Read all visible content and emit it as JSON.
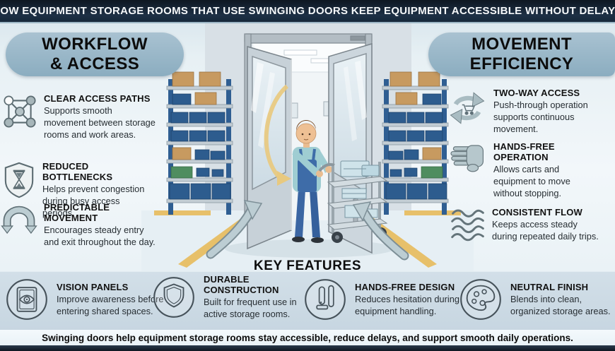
{
  "banner": {
    "title": "HOW EQUIPMENT STORAGE ROOMS THAT USE SWINGING DOORS KEEP EQUIPMENT ACCESSIBLE WITHOUT DELAYS"
  },
  "left_panel": {
    "header": {
      "line1": "WORKFLOW",
      "line2": "& ACCESS"
    },
    "items": [
      {
        "icon": "network-nodes-icon",
        "title": "CLEAR ACCESS PATHS",
        "text": "Supports smooth movement between storage rooms and work areas."
      },
      {
        "icon": "shield-hourglass-icon",
        "title": "REDUCED BOTTLENECKS",
        "text": "Helps prevent congestion during busy access periods."
      },
      {
        "icon": "u-turn-arrows-icon",
        "title": "PREDICTABLE MOVEMENT",
        "text": "Encourages steady entry and exit throughout the day."
      }
    ]
  },
  "right_panel": {
    "header": {
      "line1": "MOVEMENT",
      "line2": "EFFICIENCY"
    },
    "items": [
      {
        "icon": "circular-arrows-cart-icon",
        "title": "TWO-WAY ACCESS",
        "text": "Push-through operation supports continuous movement."
      },
      {
        "icon": "pushing-hand-icon",
        "title": "HANDS-FREE OPERATION",
        "text": "Allows carts and equipment to move without stopping."
      },
      {
        "icon": "flow-waves-icon",
        "title": "CONSISTENT FLOW",
        "text": "Keeps access steady during repeated daily trips."
      }
    ]
  },
  "key_features": {
    "title": "KEY FEATURES",
    "items": [
      {
        "icon": "vision-panel-eye-icon",
        "title": "VISION PANELS",
        "text": "Improve awareness before entering shared spaces."
      },
      {
        "icon": "shield-icon",
        "title": "DURABLE CONSTRUCTION",
        "text": "Built for frequent use in active storage rooms."
      },
      {
        "icon": "door-handles-icon",
        "title": "HANDS-FREE DESIGN",
        "text": "Reduces hesitation during equipment handling."
      },
      {
        "icon": "palette-icon",
        "title": "NEUTRAL FINISH",
        "text": "Blends into clean, organized storage areas."
      }
    ]
  },
  "footer": {
    "text": "Swinging doors help equipment storage rooms stay accessible, reduce delays, and support smooth daily operations."
  },
  "colors": {
    "banner_bg": "#16283a",
    "pill_bg": "#94b3c5",
    "band_bg": "#ccd9e3",
    "accent_yellow": "#e7c47a",
    "icon_stroke": "#55666d",
    "footer_strip": "#101820"
  }
}
